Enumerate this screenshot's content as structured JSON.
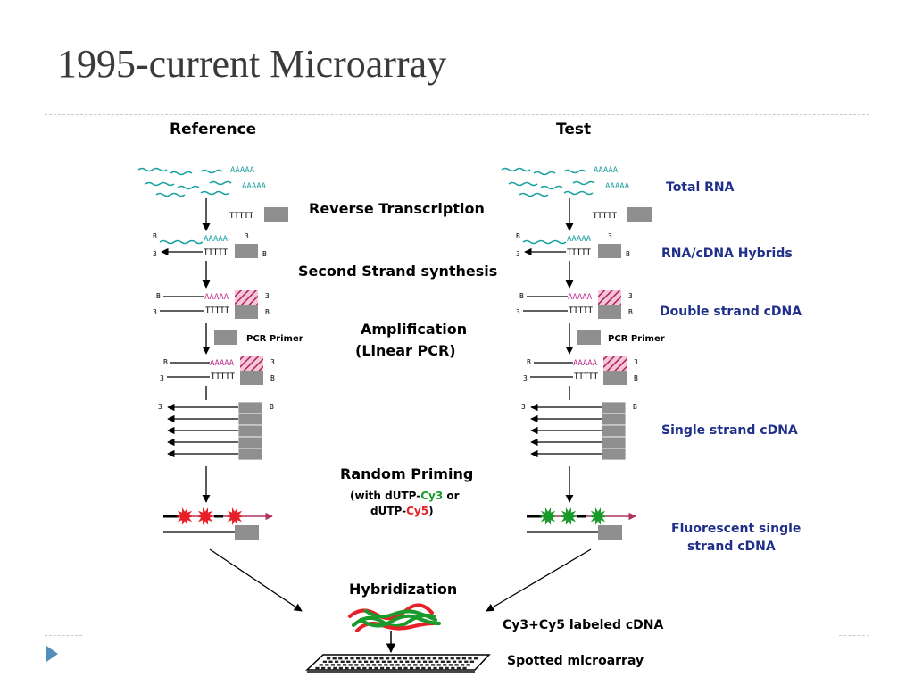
{
  "title": "1995-current Microarray",
  "columns": {
    "reference": "Reference",
    "test": "Test"
  },
  "steps": {
    "reverse_transcription": "Reverse Transcription",
    "second_strand": "Second Strand synthesis",
    "amplification_1": "Amplification",
    "amplification_2": "(Linear PCR)",
    "random_priming": "Random Priming",
    "with_dutp": "(with dUTP-",
    "cy3": "Cy3",
    "or": " or",
    "dutp2": "dUTP-",
    "cy5": "Cy5",
    "close": ")",
    "hybridization": "Hybridization"
  },
  "stages": {
    "total_rna": "Total RNA",
    "hybrids": "RNA/cDNA Hybrids",
    "double_strand": "Double strand cDNA",
    "single_strand": "Single strand cDNA",
    "fluorescent_1": "Fluorescent single",
    "fluorescent_2": "strand cDNA"
  },
  "labels": {
    "pcr_primer": "PCR Primer",
    "cy_labeled": "Cy3+Cy5 labeled cDNA",
    "spotted_microarray": "Spotted microarray"
  },
  "seq": {
    "polyA": "AAAAA",
    "polyT": "TTTTT",
    "b": "B",
    "three": "3"
  },
  "colors": {
    "rna": "#1aa0a0",
    "polyA_dna": "#c0288a",
    "box": "#8f8f8f",
    "cy3": "#1a9a2a",
    "cy5": "#e8202a",
    "side_text": "#1f2f8a",
    "nav": "#4f8fb9"
  }
}
